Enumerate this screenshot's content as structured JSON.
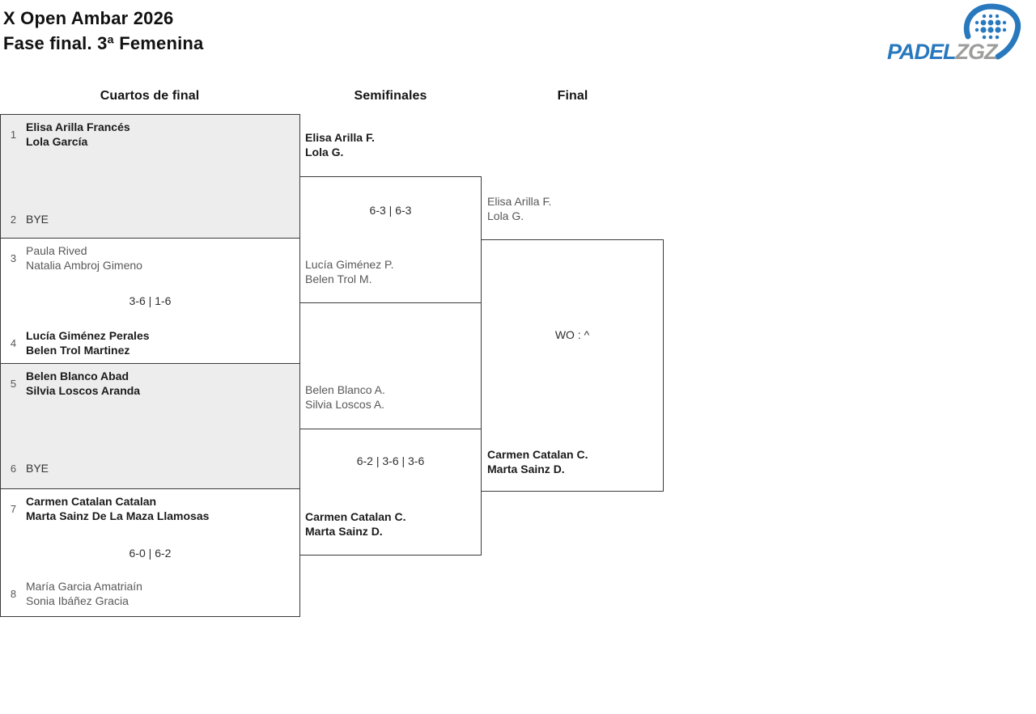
{
  "page": {
    "title_line1": "X Open Ambar 2026",
    "title_line2": "Fase final. 3ª Femenina"
  },
  "logo": {
    "word_primary": "PADEL",
    "word_secondary": "ZGZ",
    "primary_color": "#2878bd",
    "secondary_color": "#9d9d9c"
  },
  "round_headers": {
    "quarterfinals": "Cuartos de final",
    "semifinals": "Semifinales",
    "final": "Final"
  },
  "quarterfinals": [
    {
      "seed_top": "1",
      "top1": "Elisa Arilla Francés",
      "top2": "Lola García",
      "score": "",
      "seed_bottom": "2",
      "bot1": "BYE",
      "bot2": ""
    },
    {
      "seed_top": "3",
      "top1": "Paula Rived",
      "top2": "Natalia Ambroj Gimeno",
      "score": "3-6 | 1-6",
      "seed_bottom": "4",
      "bot1": "Lucía Giménez Perales",
      "bot2": "Belen Trol Martinez"
    },
    {
      "seed_top": "5",
      "top1": "Belen Blanco Abad",
      "top2": "Silvia Loscos Aranda",
      "score": "",
      "seed_bottom": "6",
      "bot1": "BYE",
      "bot2": ""
    },
    {
      "seed_top": "7",
      "top1": "Carmen Catalan Catalan",
      "top2": "Marta Sainz De La Maza Llamosas",
      "score": "6-0 | 6-2",
      "seed_bottom": "8",
      "bot1": "María Garcia Amatriaín",
      "bot2": "Sonia Ibáñez Gracia"
    }
  ],
  "semifinals": [
    {
      "top1": "Elisa Arilla F.",
      "top2": "Lola G.",
      "score": "6-3 | 6-3",
      "bot1": "Lucía Giménez P.",
      "bot2": "Belen Trol M."
    },
    {
      "top1": "Belen Blanco A.",
      "top2": "Silvia Loscos A.",
      "score": "6-2 | 3-6 | 3-6",
      "bot1": "Carmen Catalan C.",
      "bot2": "Marta Sainz D."
    }
  ],
  "final": {
    "top1": "Elisa Arilla F.",
    "top2": "Lola G.",
    "score": "WO : ^",
    "bot1": "Carmen Catalan C.",
    "bot2": "Marta Sainz D."
  }
}
